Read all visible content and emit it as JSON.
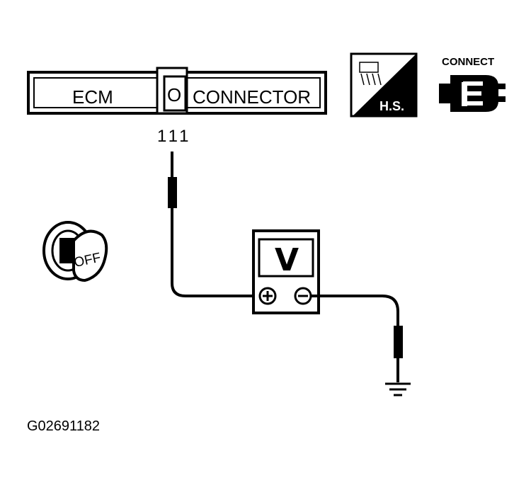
{
  "connector": {
    "left_label": "ECM",
    "center_symbol": "O",
    "right_label": "CONNECTOR",
    "pin_number": "111"
  },
  "harness_side_icon": {
    "label": "H.S.",
    "icon": "harness-side-icon"
  },
  "connect_icon": {
    "label": "CONNECT",
    "icon": "connector-plug-icon"
  },
  "ignition": {
    "position_label": "OFF",
    "icon": "ignition-key-icon"
  },
  "voltmeter": {
    "display_label": "V",
    "positive_symbol": "+",
    "negative_symbol": "−",
    "icon": "voltmeter-icon"
  },
  "ground": {
    "icon": "ground-icon"
  },
  "figure_code": "G02691182",
  "colors": {
    "ink": "#000000",
    "paper": "#ffffff"
  }
}
